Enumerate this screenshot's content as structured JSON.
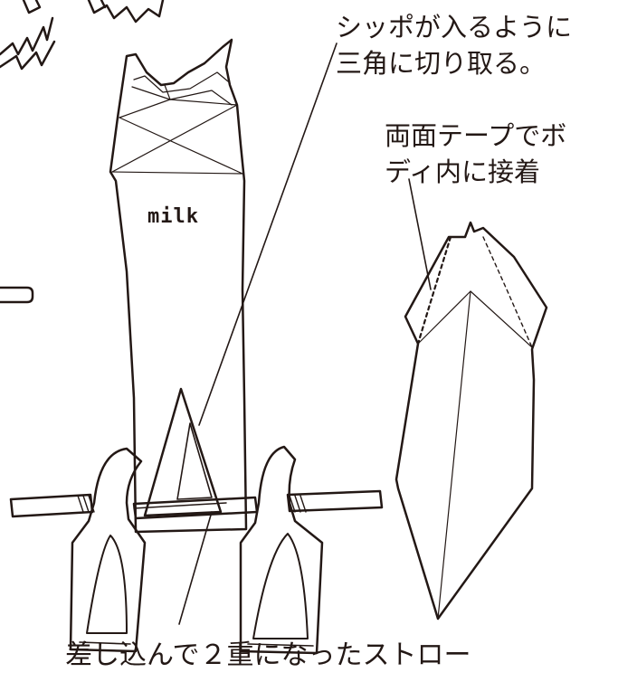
{
  "callouts": {
    "tail_cut": [
      "シッポが入るように",
      "三角に切り取る。"
    ],
    "tape_fix": [
      "両面テープでボ",
      "ディ内に接着"
    ],
    "straw": "差し込んで２重になったストロー"
  },
  "carton_text": "milk",
  "colors": {
    "ink": "#231815",
    "paper": "#ffffff"
  }
}
